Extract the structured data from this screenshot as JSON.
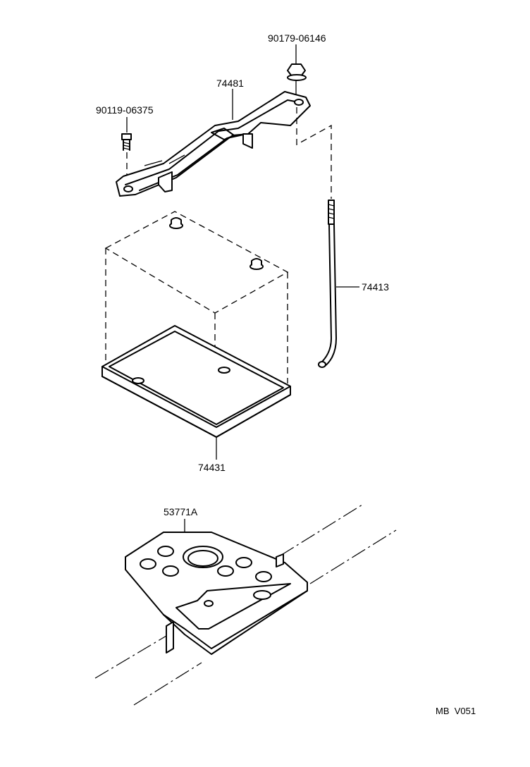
{
  "parts": {
    "nut": "90179-06146",
    "clamp": "74481",
    "bolt": "90119-06375",
    "rod": "74413",
    "tray": "74431",
    "carrier": "53771A"
  },
  "footer": {
    "ref": "MB  V051"
  }
}
